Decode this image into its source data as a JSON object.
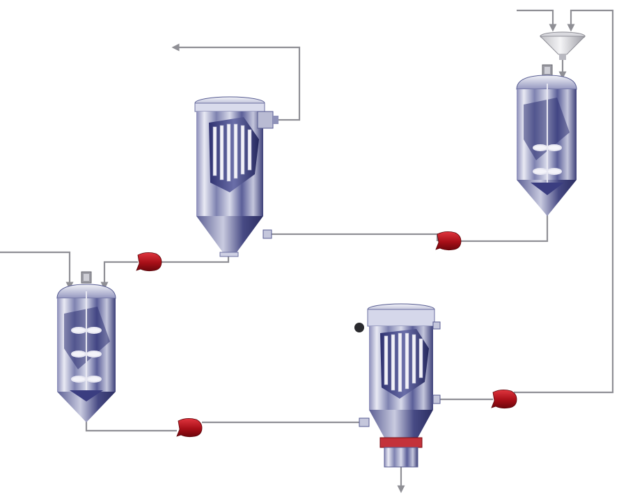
{
  "diagram": {
    "kind": "process-flow-schematic",
    "labels": [],
    "colors": {
      "pipe": "#8f8f95",
      "pump": "#b5121b",
      "vessel_steel": "#c6c8d8",
      "vessel_shadow": "#3c3f78",
      "background": "#ffffff"
    },
    "equipment": [
      {
        "id": "mix-tank-right",
        "type": "agitated-conical-tank",
        "icon": "mixing-tank-icon"
      },
      {
        "id": "mix-tank-left",
        "type": "agitated-conical-tank",
        "icon": "mixing-tank-icon"
      },
      {
        "id": "filter-top",
        "type": "candle-filter-vessel",
        "icon": "filter-vessel-icon"
      },
      {
        "id": "filter-bottom",
        "type": "candle-filter-vessel",
        "icon": "filter-vessel-icon"
      },
      {
        "id": "feed-funnel",
        "type": "hopper-funnel",
        "icon": "funnel-icon"
      },
      {
        "id": "pump-1",
        "type": "pump",
        "icon": "pump-icon"
      },
      {
        "id": "pump-2",
        "type": "pump",
        "icon": "pump-icon"
      },
      {
        "id": "pump-3",
        "type": "pump",
        "icon": "pump-icon"
      },
      {
        "id": "pump-4",
        "type": "pump",
        "icon": "pump-icon"
      }
    ]
  }
}
